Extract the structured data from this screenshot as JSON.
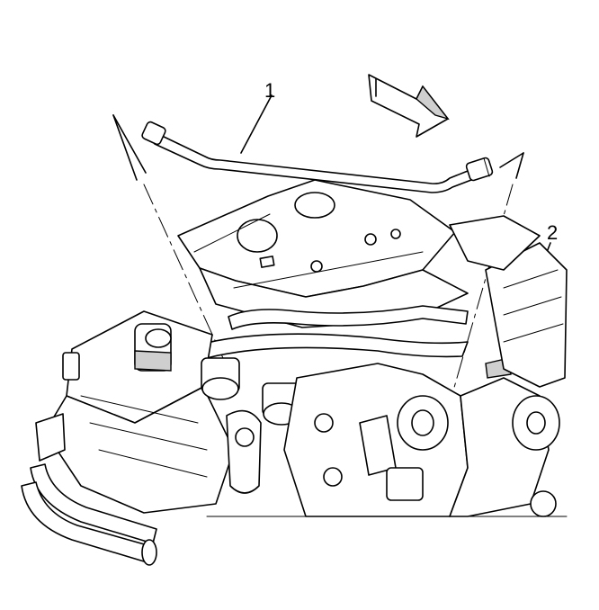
{
  "callouts": [
    {
      "id": "1",
      "label": "1",
      "description": ""
    },
    {
      "id": "2",
      "label": "2",
      "description": ""
    }
  ],
  "icons": [
    "front-direction-arrow-icon"
  ],
  "colors": {
    "line": "#000000",
    "background": "#ffffff",
    "shade": "#cfcfcf"
  }
}
